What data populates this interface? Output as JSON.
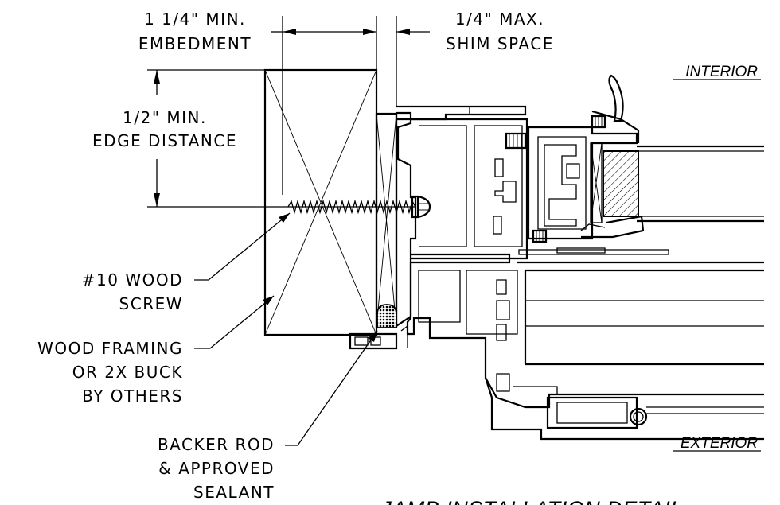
{
  "labels": {
    "embedment_line1": "1 1/4\" MIN.",
    "embedment_line2": "EMBEDMENT",
    "shim_line1": "1/4\" MAX.",
    "shim_line2": "SHIM SPACE",
    "edge_line1": "1/2\" MIN.",
    "edge_line2": "EDGE DISTANCE",
    "screw_line1": "#10 WOOD",
    "screw_line2": "SCREW",
    "framing_line1": "WOOD FRAMING",
    "framing_line2": "OR 2X BUCK",
    "framing_line3": "BY OTHERS",
    "backer_line1": "BACKER ROD",
    "backer_line2": "& APPROVED",
    "backer_line3": "SEALANT",
    "interior": "INTERIOR",
    "exterior": "EXTERIOR",
    "title": "JAMB INSTALLATION DETAIL"
  },
  "colors": {
    "ink": "#000000",
    "paper": "#ffffff"
  }
}
